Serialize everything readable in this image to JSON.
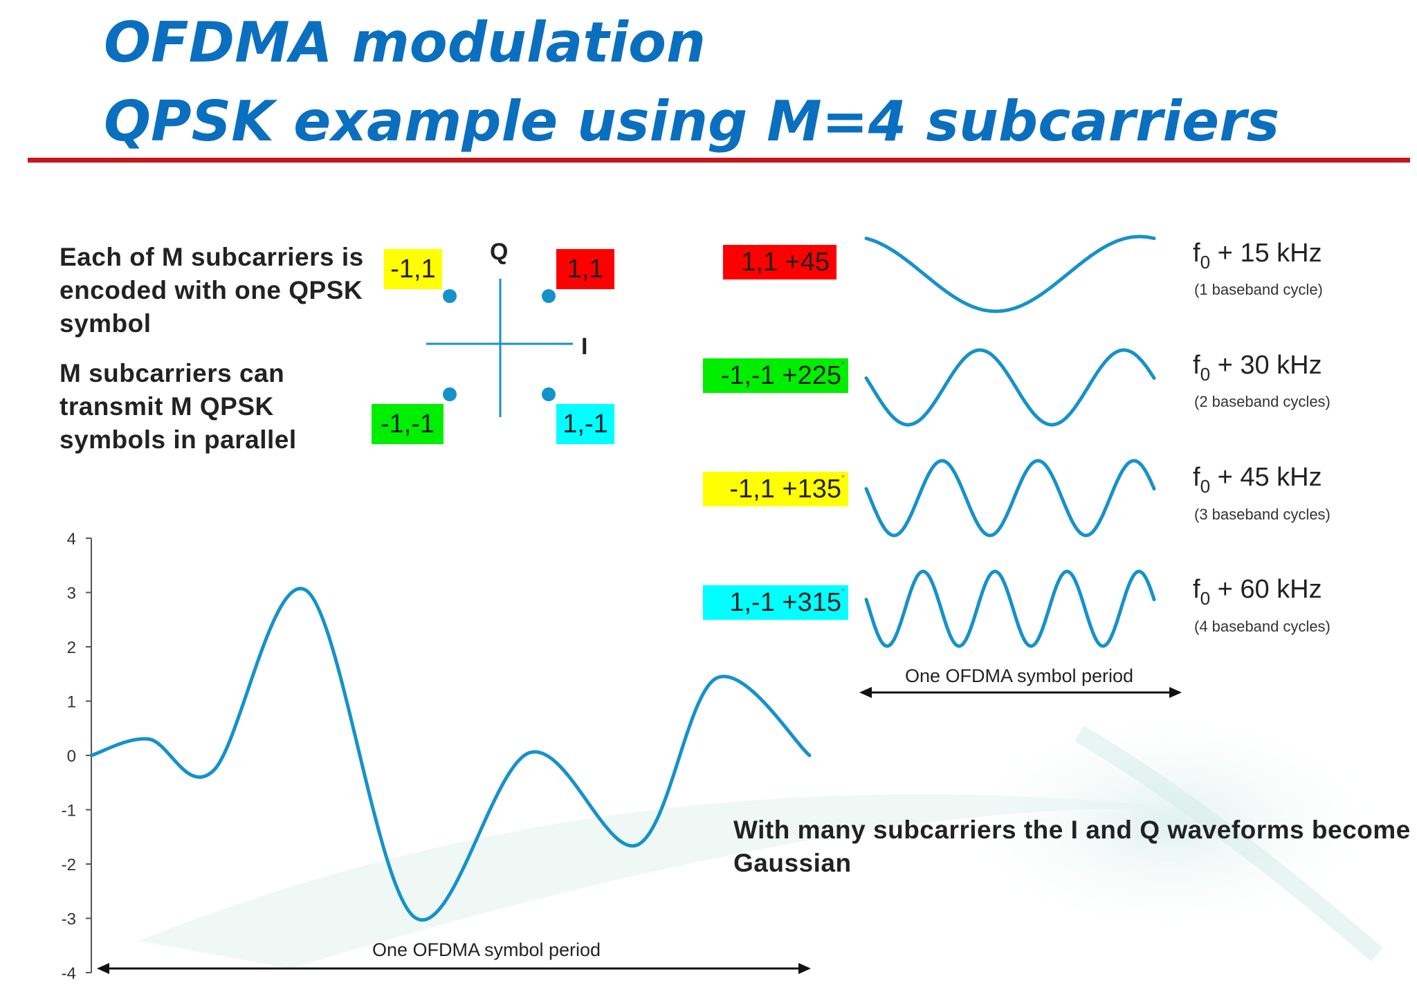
{
  "title": {
    "line1": "OFDMA modulation",
    "line2": "QPSK example using M=4 subcarriers"
  },
  "intro": {
    "para1": "Each of M subcarriers is encoded with one QPSK symbol",
    "para2": "M subcarriers can transmit M QPSK symbols in parallel"
  },
  "constellation": {
    "q_axis_label": "Q",
    "i_axis_label": "I",
    "points": [
      {
        "label": "-1,1",
        "color": "#ffff00"
      },
      {
        "label": "1,1",
        "color": "#ff0000"
      },
      {
        "label": "-1,-1",
        "color": "#00ee00"
      },
      {
        "label": "1,-1",
        "color": "#00ffff"
      }
    ],
    "dot_color": "#1592c9"
  },
  "subcarriers": [
    {
      "symbol": "1,1 +45",
      "color": "#ff0000",
      "has_degree": false,
      "freq_base": "f",
      "freq_sub": "0",
      "freq_offset": " + 15 kHz",
      "cycles_text": "(1 baseband cycle)",
      "cycles": 1
    },
    {
      "symbol": "-1,-1 +225",
      "color": "#00ee00",
      "has_degree": true,
      "freq_base": "f",
      "freq_sub": "0",
      "freq_offset": " + 30 kHz",
      "cycles_text": "(2 baseband cycles)",
      "cycles": 2
    },
    {
      "symbol": "-1,1 +135",
      "color": "#ffff00",
      "has_degree": true,
      "freq_base": "f",
      "freq_sub": "0",
      "freq_offset": " + 45 kHz",
      "cycles_text": "(3 baseband cycles)",
      "cycles": 3
    },
    {
      "symbol": "1,-1 +315",
      "color": "#00ffff",
      "has_degree": true,
      "freq_base": "f",
      "freq_sub": "0",
      "freq_offset": " + 60 kHz",
      "cycles_text": "(4 baseband cycles)",
      "cycles": 4
    }
  ],
  "degree_mark": "°",
  "top_period_label": "One OFDMA symbol period",
  "gaussian_note": "With many subcarriers the I and Q waveforms become Gaussian",
  "chart_data": {
    "type": "line",
    "series": [
      {
        "x": [
          0,
          0.08,
          0.17,
          0.3,
          0.45,
          0.61,
          0.76,
          0.87,
          1
        ],
        "values": [
          0,
          0.3,
          -0.28,
          3.03,
          -2.98,
          0.05,
          -1.65,
          1.42,
          0
        ]
      }
    ],
    "xlim": [
      0,
      1
    ],
    "ylim": [
      -4,
      4
    ],
    "yticks": [
      "4",
      "3",
      "2",
      "1",
      "0",
      "-1",
      "-2",
      "-3",
      "-4"
    ],
    "xlabel": "One OFDMA symbol period",
    "line_color": "#1592c9"
  }
}
